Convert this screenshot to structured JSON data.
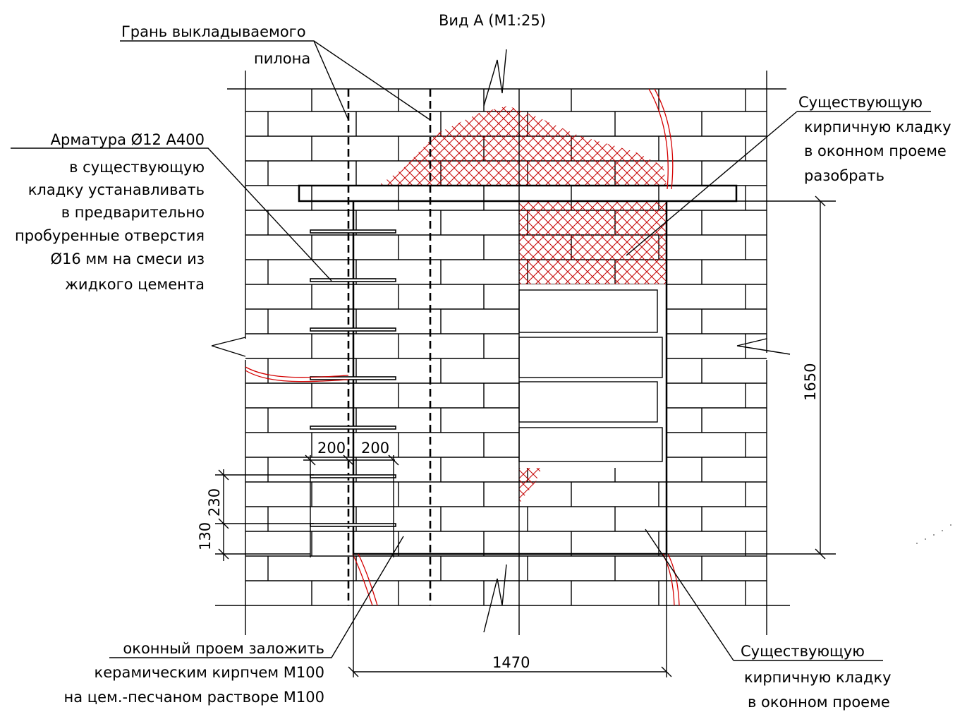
{
  "view_title": "Вид А (М1:25)",
  "labels": {
    "pylon_face_1": "Грань выкладываемого",
    "pylon_face_2": "пилона",
    "rebar_1": "Арматура Ø12 А400",
    "rebar_2": "в существующую",
    "rebar_3": "кладку устанавливать",
    "rebar_4": "в предварительно",
    "rebar_5": "пробуренные отверстия",
    "rebar_6": "Ø16 мм на смеси из",
    "rebar_7": "жидкого цемента",
    "dismantle_1": "Существующую",
    "dismantle_2": "кирпичную кладку",
    "dismantle_3": "в оконном проеме",
    "dismantle_4": "разобрать",
    "infill_1": "оконный проем заложить",
    "infill_2": "керамическим кирпчем М100",
    "infill_3": "на цем.-песчаном растворе М100",
    "existing_1": "Существующую",
    "existing_2": "кирпичную кладку",
    "existing_3": "в оконном проеме"
  },
  "dimensions": {
    "height": "1650",
    "width": "1470",
    "spacing_left": "200",
    "spacing_right": "200",
    "vertical_230": "230",
    "vertical_130": "130"
  },
  "colors": {
    "line": "#000000",
    "hatch": "#c40000",
    "crack": "#d40000"
  }
}
